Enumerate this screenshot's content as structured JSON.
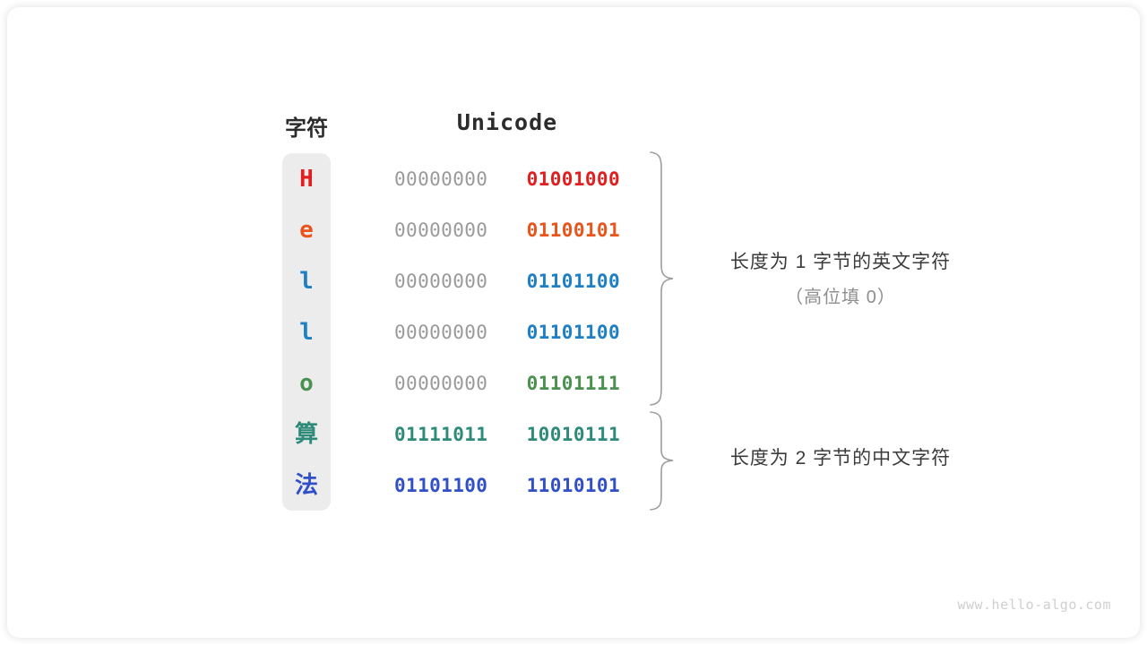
{
  "headers": {
    "character": "字符",
    "unicode": "Unicode"
  },
  "colors": {
    "red": "#E02020",
    "orange": "#E8541A",
    "blue_light": "#1F7FC4",
    "green": "#4A9150",
    "teal": "#2E8B7A",
    "blue_royal": "#3150C8",
    "gray_high_byte": "#9A9A9A",
    "pill_background": "#ECECEC",
    "brace": "#9D9D9D"
  },
  "rows": [
    {
      "char": "H",
      "color": "#E02020",
      "high_byte": "00000000",
      "low_byte": "01001000",
      "high_bold": false
    },
    {
      "char": "e",
      "color": "#E8541A",
      "high_byte": "00000000",
      "low_byte": "01100101",
      "high_bold": false
    },
    {
      "char": "l",
      "color": "#1F7FC4",
      "high_byte": "00000000",
      "low_byte": "01101100",
      "high_bold": false
    },
    {
      "char": "l",
      "color": "#1F7FC4",
      "high_byte": "00000000",
      "low_byte": "01101100",
      "high_bold": false
    },
    {
      "char": "o",
      "color": "#4A9150",
      "high_byte": "00000000",
      "low_byte": "01101111",
      "high_bold": false
    },
    {
      "char": "算",
      "color": "#2E8B7A",
      "high_byte": "01111011",
      "low_byte": "10010111",
      "high_bold": true
    },
    {
      "char": "法",
      "color": "#3150C8",
      "high_byte": "01101100",
      "low_byte": "11010101",
      "high_bold": true
    }
  ],
  "annotations": [
    {
      "main": "长度为 1 字节的英文字符",
      "sub": "（高位填 0）"
    },
    {
      "main": "长度为 2 字节的中文字符",
      "sub": ""
    }
  ],
  "watermark": "www.hello-algo.com"
}
